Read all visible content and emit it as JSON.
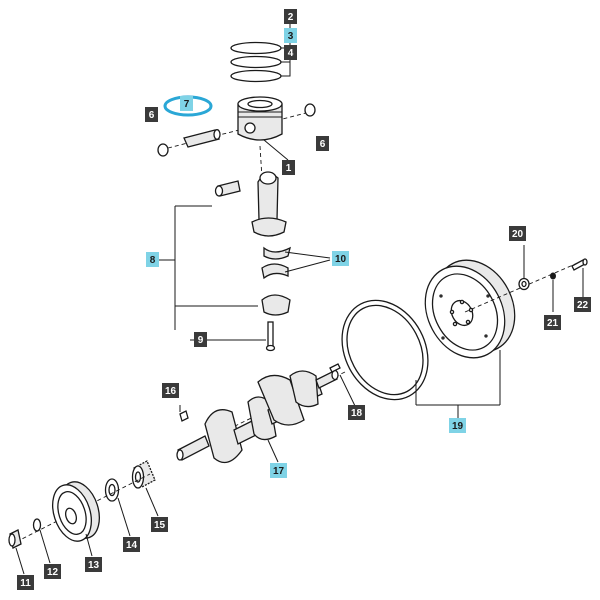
{
  "colors": {
    "callout_dark": "#3a3a3a",
    "callout_highlight": "#7fd3e6",
    "highlight_ring": "#2aa7d6",
    "callout_text_dark": "#ffffff",
    "callout_text_highlight": "#1a1a1a"
  },
  "callouts": [
    {
      "id": "c1",
      "label": "1",
      "style": "dark"
    },
    {
      "id": "c2",
      "label": "2",
      "style": "dark"
    },
    {
      "id": "c3",
      "label": "3",
      "style": "highlight"
    },
    {
      "id": "c4",
      "label": "4",
      "style": "dark"
    },
    {
      "id": "c6a",
      "label": "6",
      "style": "dark"
    },
    {
      "id": "c6b",
      "label": "6",
      "style": "dark"
    },
    {
      "id": "c7",
      "label": "7",
      "style": "highlight"
    },
    {
      "id": "c8",
      "label": "8",
      "style": "highlight"
    },
    {
      "id": "c9",
      "label": "9",
      "style": "dark"
    },
    {
      "id": "c10",
      "label": "10",
      "style": "highlight"
    },
    {
      "id": "c11",
      "label": "11",
      "style": "dark"
    },
    {
      "id": "c12",
      "label": "12",
      "style": "dark"
    },
    {
      "id": "c13",
      "label": "13",
      "style": "dark"
    },
    {
      "id": "c14",
      "label": "14",
      "style": "dark"
    },
    {
      "id": "c15",
      "label": "15",
      "style": "dark"
    },
    {
      "id": "c16",
      "label": "16",
      "style": "dark"
    },
    {
      "id": "c17",
      "label": "17",
      "style": "highlight"
    },
    {
      "id": "c18",
      "label": "18",
      "style": "dark"
    },
    {
      "id": "c19",
      "label": "19",
      "style": "highlight"
    },
    {
      "id": "c20",
      "label": "20",
      "style": "dark"
    },
    {
      "id": "c21",
      "label": "21",
      "style": "dark"
    },
    {
      "id": "c22",
      "label": "22",
      "style": "dark"
    }
  ]
}
